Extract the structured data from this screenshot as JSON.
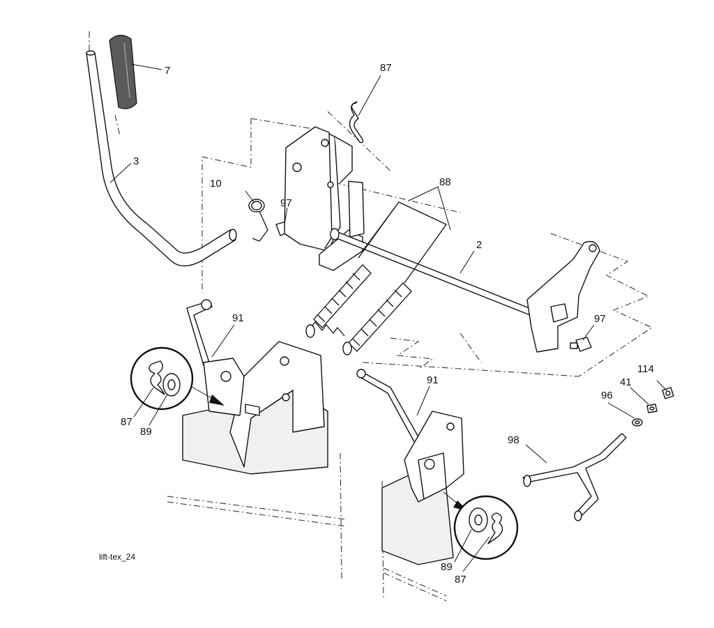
{
  "callouts": {
    "c7": "7",
    "c3": "3",
    "c87_top": "87",
    "c10": "10",
    "c97_left": "97",
    "c88": "88",
    "c2": "2",
    "c97_right": "97",
    "c91_left": "91",
    "c87_left": "87",
    "c89_left": "89",
    "c91_right": "91",
    "c114": "114",
    "c41": "41",
    "c96": "96",
    "c98": "98",
    "c89_bottom": "89",
    "c87_bottom": "87"
  },
  "drawing_tag": "lift-tex_24"
}
